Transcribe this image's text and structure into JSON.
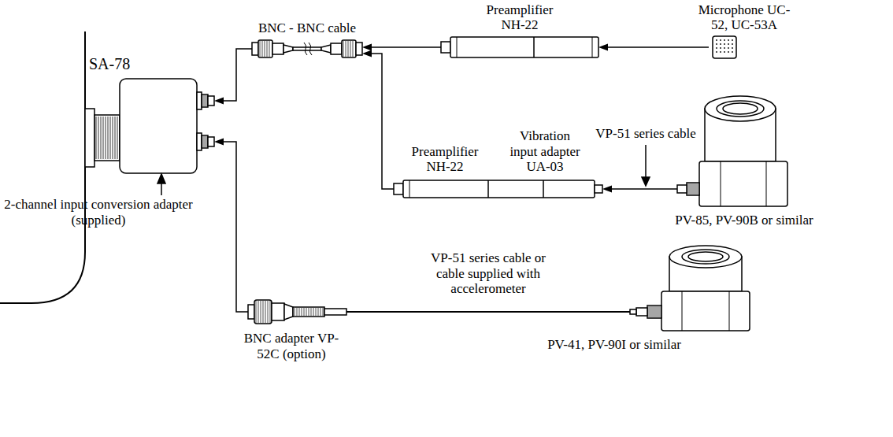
{
  "diagram": {
    "nodes": [
      {
        "text": [
          "SA-78"
        ]
      },
      {
        "text": [
          "2-channel input conversion adapter (supplied)"
        ]
      },
      {
        "text": [
          "BNC - BNC cable"
        ]
      },
      {
        "text": [
          "Preamplifier NH-22"
        ]
      },
      {
        "text": [
          "Microphone UC-52, UC-53A"
        ]
      },
      {
        "text": [
          "Preamplifier NH-22",
          "Vibration input adapter UA-03"
        ]
      },
      {
        "text": [
          "PV-85, PV-90B or similar"
        ]
      },
      {
        "text": [
          "BNC adapter VP-52C (option)"
        ]
      },
      {
        "text": [
          "PV-41, PV-90I or similar"
        ]
      }
    ],
    "edges": [
      {
        "from": 4,
        "to": 3,
        "arrow": "to"
      },
      {
        "from": 3,
        "to": 2,
        "arrow": "to"
      },
      {
        "from": 5,
        "to": 2,
        "arrow": "to"
      },
      {
        "from": 2,
        "to": 1,
        "arrow": "to"
      },
      {
        "from": 6,
        "to": 5,
        "arrow": "to"
      },
      {
        "from": 7,
        "to": 1,
        "arrow": "to"
      },
      {
        "from": 8,
        "to": 7,
        "arrow": "none"
      }
    ],
    "labels": [
      "VP-51 series cable",
      "VP-51 series cable or cable supplied with accelerometer"
    ]
  }
}
